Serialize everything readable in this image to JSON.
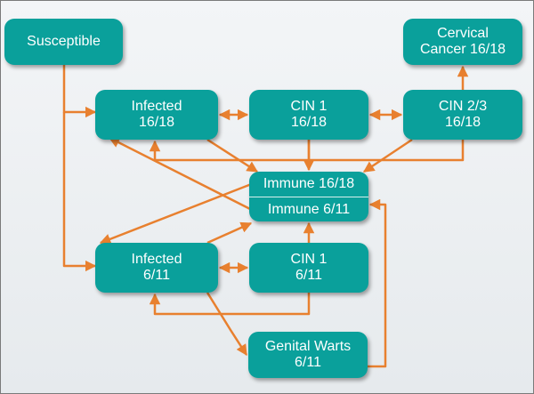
{
  "nodes": {
    "susceptible": {
      "lines": [
        "Susceptible"
      ]
    },
    "cervical_cancer": {
      "lines": [
        "Cervical",
        "Cancer 16/18"
      ]
    },
    "infected_1618": {
      "lines": [
        "Infected",
        "16/18"
      ]
    },
    "cin1_1618": {
      "lines": [
        "CIN 1",
        "16/18"
      ]
    },
    "cin23_1618": {
      "lines": [
        "CIN 2/3",
        "16/18"
      ]
    },
    "immune": {
      "lines": [
        "Immune 16/18",
        "Immune 6/11"
      ]
    },
    "infected_611": {
      "lines": [
        "Infected",
        "6/11"
      ]
    },
    "cin1_611": {
      "lines": [
        "CIN 1",
        "6/11"
      ]
    },
    "genital_warts": {
      "lines": [
        "Genital Warts",
        "6/11"
      ]
    }
  },
  "colors": {
    "node_fill": "#0aa09b",
    "node_text": "#ffffff",
    "arrow": "#e8802f",
    "background": "#eef1f3"
  }
}
